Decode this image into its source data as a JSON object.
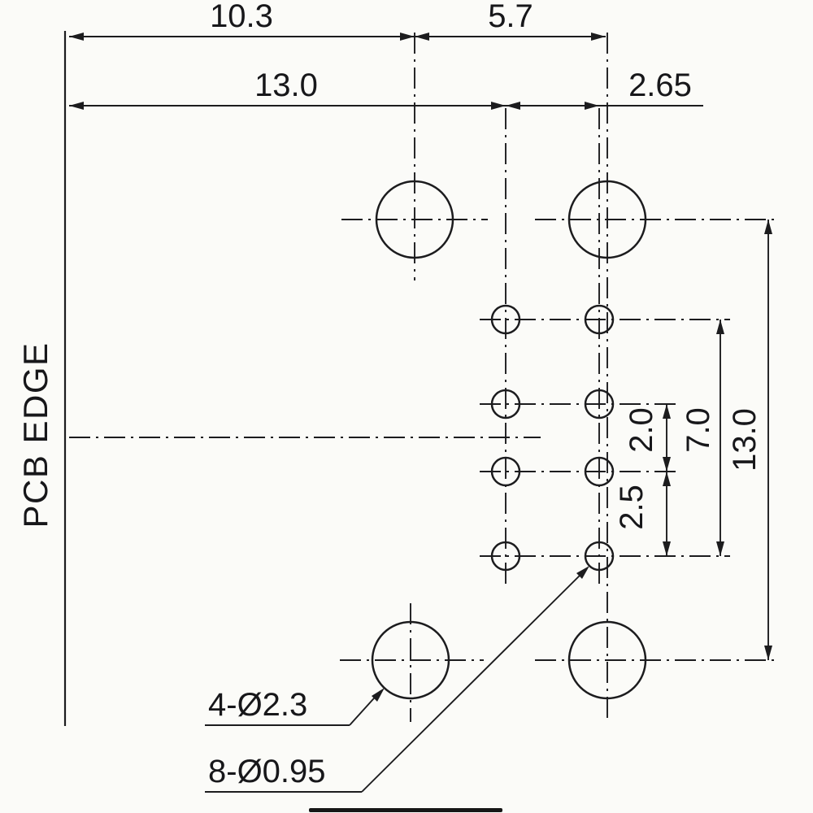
{
  "drawing": {
    "pcb_edge_label": "PCB EDGE",
    "dimensions": {
      "edge_to_left_mount_col": "10.3",
      "mount_col_pitch": "5.7",
      "edge_to_pin_col": "13.0",
      "pin_col_pitch": "2.65",
      "pin_row_gap_center": "2.0",
      "pin_row_gap_outer": "2.5",
      "pin_rows_span": "7.0",
      "mount_rows_span": "13.0"
    },
    "callouts": {
      "mount_holes": "4-Ø2.3",
      "pin_holes": "8-Ø0.95"
    },
    "colors": {
      "line": "#1c1c1e",
      "background": "#fbfbf8"
    }
  }
}
